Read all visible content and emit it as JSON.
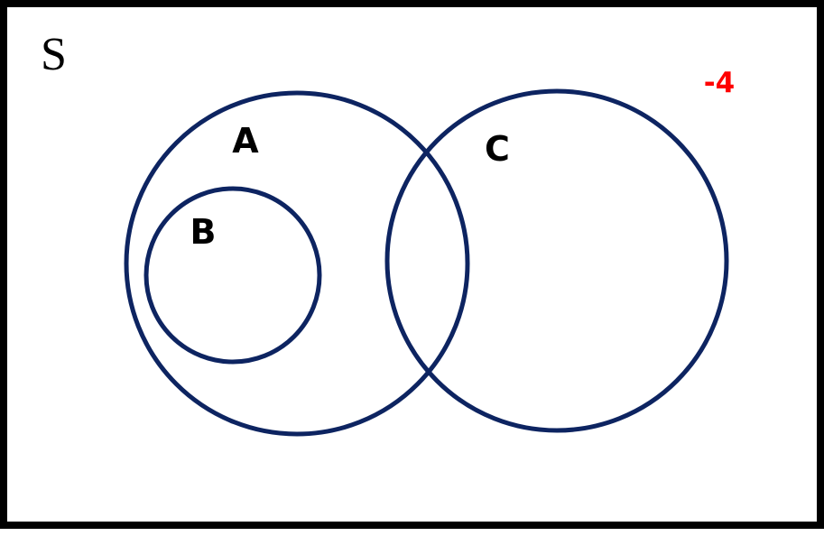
{
  "universe": {
    "label": "S"
  },
  "sets": {
    "a": {
      "label": "A"
    },
    "b": {
      "label": "B"
    },
    "c": {
      "label": "C"
    }
  },
  "outside_value": {
    "text": "-4"
  },
  "colors": {
    "frame": "#000000",
    "circle_stroke": "#0d2461",
    "label_text": "#000000",
    "outside_value": "#ff0000",
    "background": "#ffffff"
  }
}
